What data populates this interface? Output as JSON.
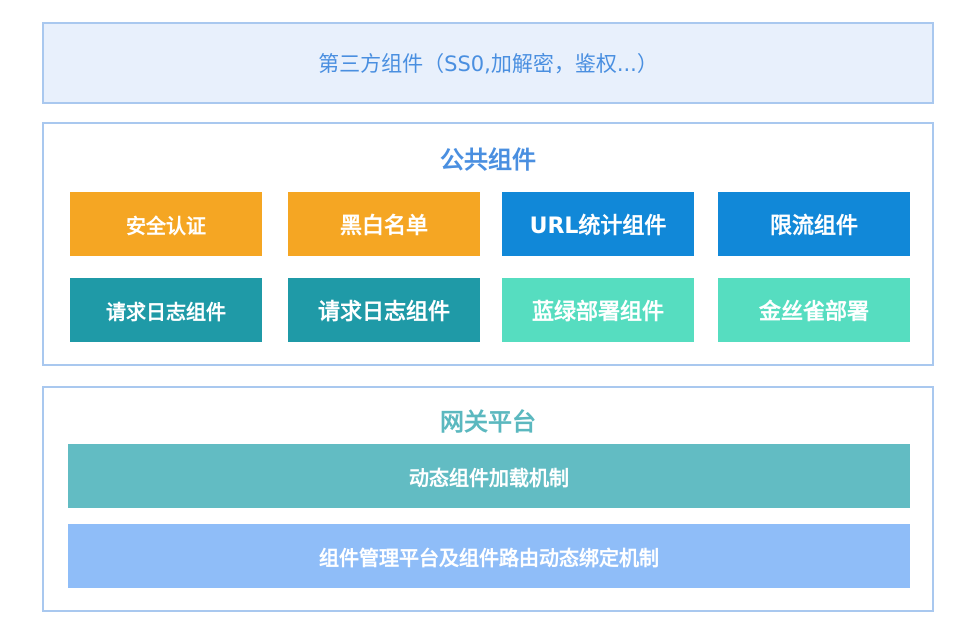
{
  "top_panel": {
    "text": "第三方组件（SS0,加解密，鉴权...）"
  },
  "public_components": {
    "title": "公共组件",
    "row1": [
      "安全认证",
      "黑白名单",
      "URL统计组件",
      "限流组件"
    ],
    "row2": [
      "请求日志组件",
      "请求日志组件",
      "蓝绿部署组件",
      "金丝雀部署"
    ]
  },
  "gateway": {
    "title": "网关平台",
    "bars": [
      "动态组件加载机制",
      "组件管理平台及组件路由动态绑定机制"
    ]
  },
  "colors": {
    "orange": "#f5a623",
    "blue": "#1188d8",
    "teal": "#1f9aa7",
    "mint": "#56ddc0",
    "bar1": "#62bcc3",
    "bar2": "#8fbdf8",
    "border": "#a9c8ef",
    "title_blue": "#4a8fe0"
  }
}
